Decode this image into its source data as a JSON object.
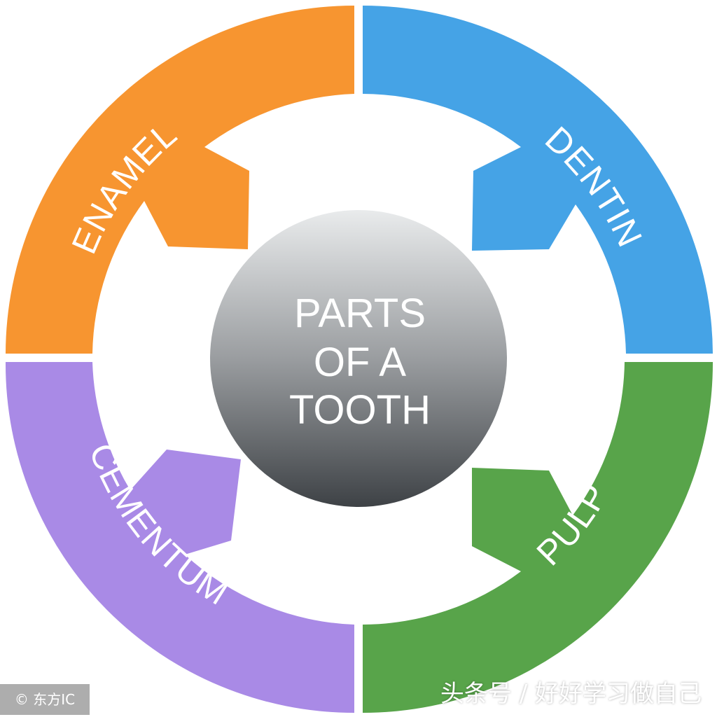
{
  "center_title": [
    "PARTS",
    "OF A",
    "TOOTH"
  ],
  "segments": [
    {
      "id": "enamel",
      "label": "ENAMEL",
      "color": "#F79530"
    },
    {
      "id": "dentin",
      "label": "DENTIN",
      "color": "#45A3E6"
    },
    {
      "id": "pulp",
      "label": "PULP",
      "color": "#58A44A"
    },
    {
      "id": "cementum",
      "label": "CEMENTUM",
      "color": "#A98AE6"
    }
  ],
  "center_gradient": {
    "top": "#E9EBEC",
    "bottom": "#3E4246"
  },
  "credit": "© 东方IC",
  "watermark": "头条号 / 好好学习做自己"
}
